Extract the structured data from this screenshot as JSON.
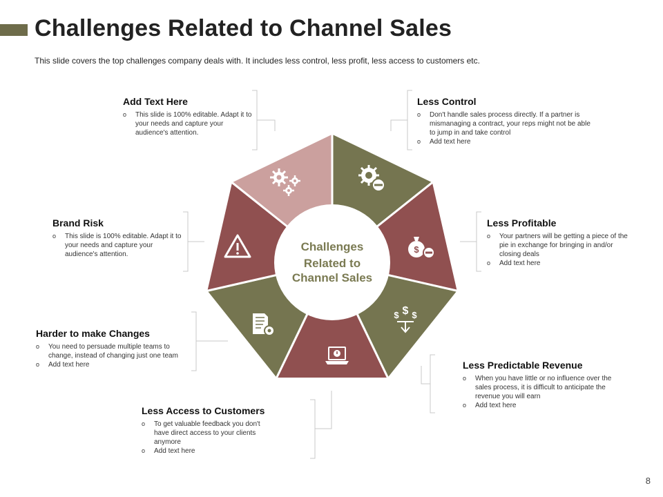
{
  "header": {
    "title": "Challenges Related to Channel Sales",
    "subtitle": "This slide covers the top challenges company deals with. It includes less control, less profit, less access to customers etc."
  },
  "center": {
    "lines": [
      "Challenges",
      "Related to",
      "Channel Sales"
    ]
  },
  "colors": {
    "olive": "#757550",
    "maroon": "#905050",
    "rose": "#cba09e",
    "center_text": "#7a7a52"
  },
  "segments": [
    {
      "name": "less-control",
      "color": "olive",
      "icon": "gear-minus-icon"
    },
    {
      "name": "less-profitable",
      "color": "maroon",
      "icon": "money-bag-minus-icon"
    },
    {
      "name": "less-predictable-revenue",
      "color": "olive",
      "icon": "dollar-down-arrow-icon"
    },
    {
      "name": "less-access-to-customers",
      "color": "maroon",
      "icon": "laptop-alert-icon"
    },
    {
      "name": "harder-to-make-changes",
      "color": "olive",
      "icon": "document-gear-icon"
    },
    {
      "name": "brand-risk",
      "color": "maroon",
      "icon": "warning-icon"
    },
    {
      "name": "add-text-here",
      "color": "rose",
      "icon": "gears-icon"
    }
  ],
  "callouts": {
    "add_text": {
      "title": "Add  Text Here",
      "bullets": [
        "This slide is 100% editable. Adapt it to your needs and capture your audience's attention."
      ]
    },
    "less_control": {
      "title": "Less Control",
      "bullets": [
        "Don't handle sales process directly. If a partner is mismanaging  a contract, your reps might not be able to jump in  and take control",
        "Add text here"
      ]
    },
    "brand_risk": {
      "title": "Brand Risk",
      "bullets": [
        "This slide is 100% editable. Adapt it to your needs and capture your audience's attention."
      ]
    },
    "less_profitable": {
      "title": "Less Profitable",
      "bullets": [
        "Your partners will be getting a piece of the pie in exchange for bringing in and/or closing deals",
        "Add text here"
      ]
    },
    "harder_changes": {
      "title": "Harder to make Changes",
      "bullets": [
        "You need to persuade multiple  teams to change, instead of changing just one team",
        "Add text here"
      ]
    },
    "less_predictable": {
      "title": "Less Predictable Revenue",
      "bullets": [
        "When you have little or no influence over the sales process, it is difficult to anticipate the revenue you will earn",
        "Add text here"
      ]
    },
    "less_access": {
      "title": "Less Access  to Customers",
      "bullets": [
        "To get valuable feedback you don't have direct access to your clients anymore",
        "Add text here"
      ]
    }
  },
  "page_number": "8"
}
